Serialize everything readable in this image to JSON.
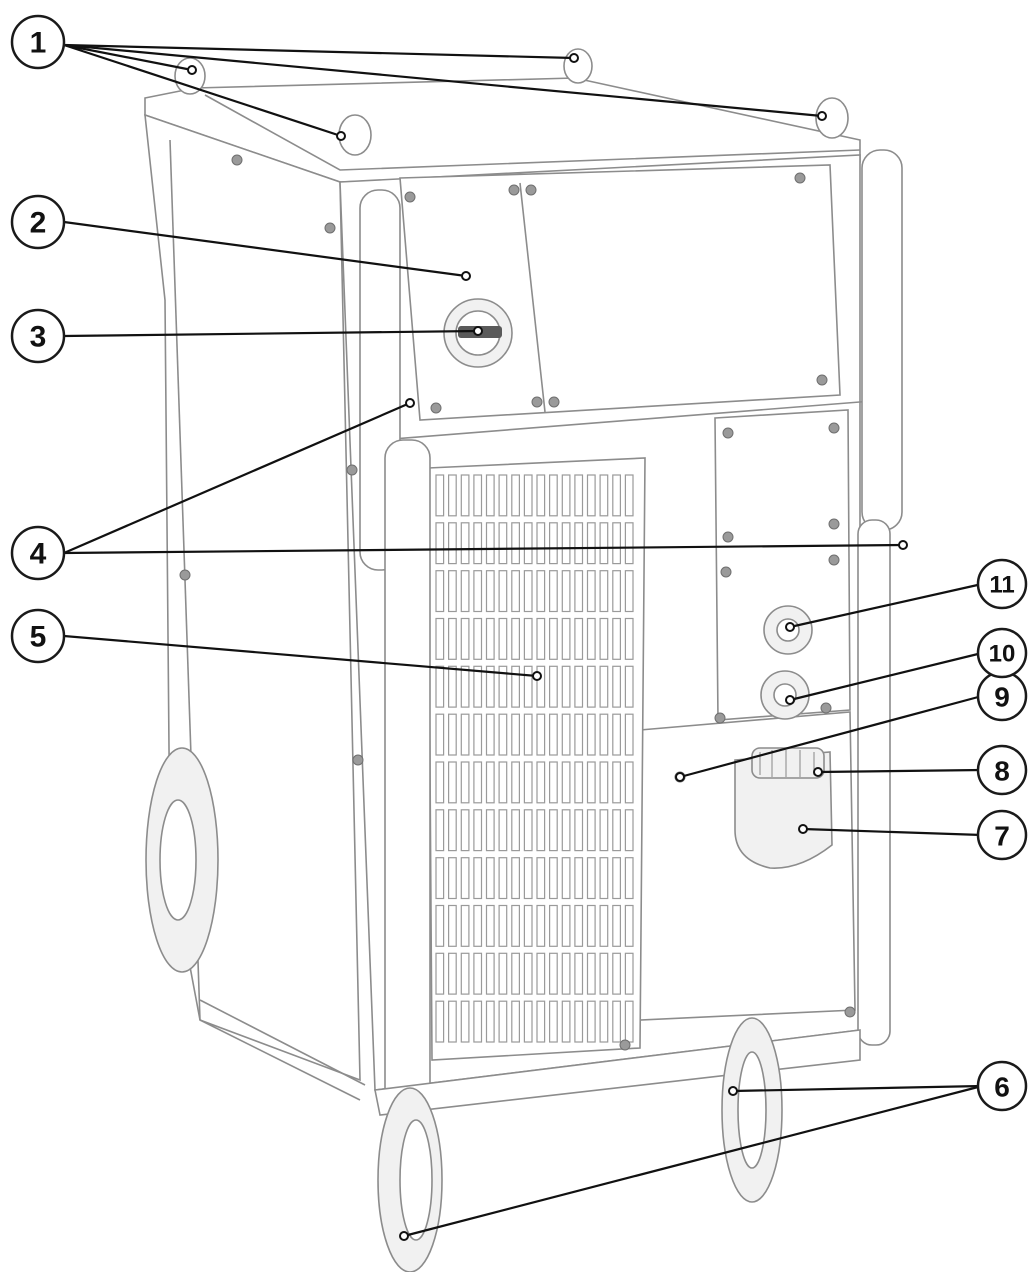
{
  "callouts": [
    {
      "id": "1",
      "label": "1"
    },
    {
      "id": "2",
      "label": "2"
    },
    {
      "id": "3",
      "label": "3"
    },
    {
      "id": "4",
      "label": "4"
    },
    {
      "id": "5",
      "label": "5"
    },
    {
      "id": "6",
      "label": "6"
    },
    {
      "id": "7",
      "label": "7"
    },
    {
      "id": "8",
      "label": "8"
    },
    {
      "id": "9",
      "label": "9"
    },
    {
      "id": "10",
      "label": "10"
    },
    {
      "id": "11",
      "label": "11"
    }
  ],
  "colors": {
    "outline": "#8c8c8c",
    "leader": "#111111",
    "screw": "#9a9a9a",
    "background": "#ffffff"
  }
}
